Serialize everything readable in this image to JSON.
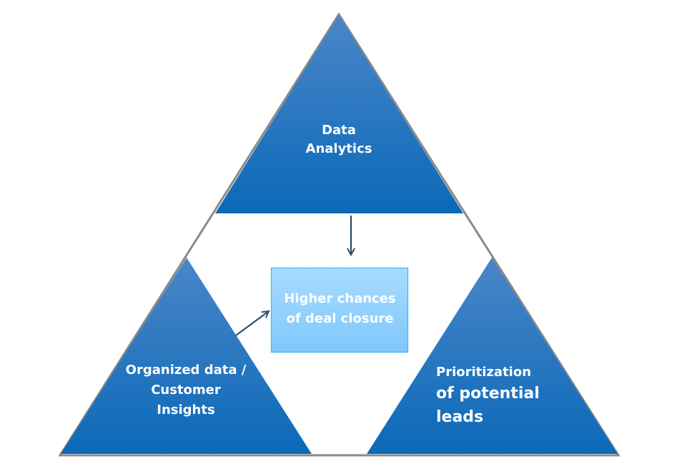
{
  "diagram": {
    "title": "",
    "nodes": {
      "top": {
        "label_line1": "Data",
        "label_line2": "Analytics"
      },
      "left": {
        "label_line1": "Organized data /",
        "label_line2": "Customer",
        "label_line3": "Insights"
      },
      "right": {
        "label_line1": "Prioritization",
        "label_line2": "of potential",
        "label_line3": "leads"
      },
      "center": {
        "label_line1": "Higher chances",
        "label_line2": "of deal closure"
      }
    },
    "edges": [
      {
        "from": "top",
        "to": "center"
      },
      {
        "from": "left",
        "to": "center"
      }
    ],
    "colors": {
      "triangle_top": "#4a86c8",
      "triangle_bottom": "#0b69b8",
      "outline": "#8a8a8a",
      "center_box_top": "#a8dbff",
      "center_box_bottom": "#7fc8fb",
      "center_box_border": "#3cb9ee",
      "arrow": "#2c4e6e"
    }
  }
}
